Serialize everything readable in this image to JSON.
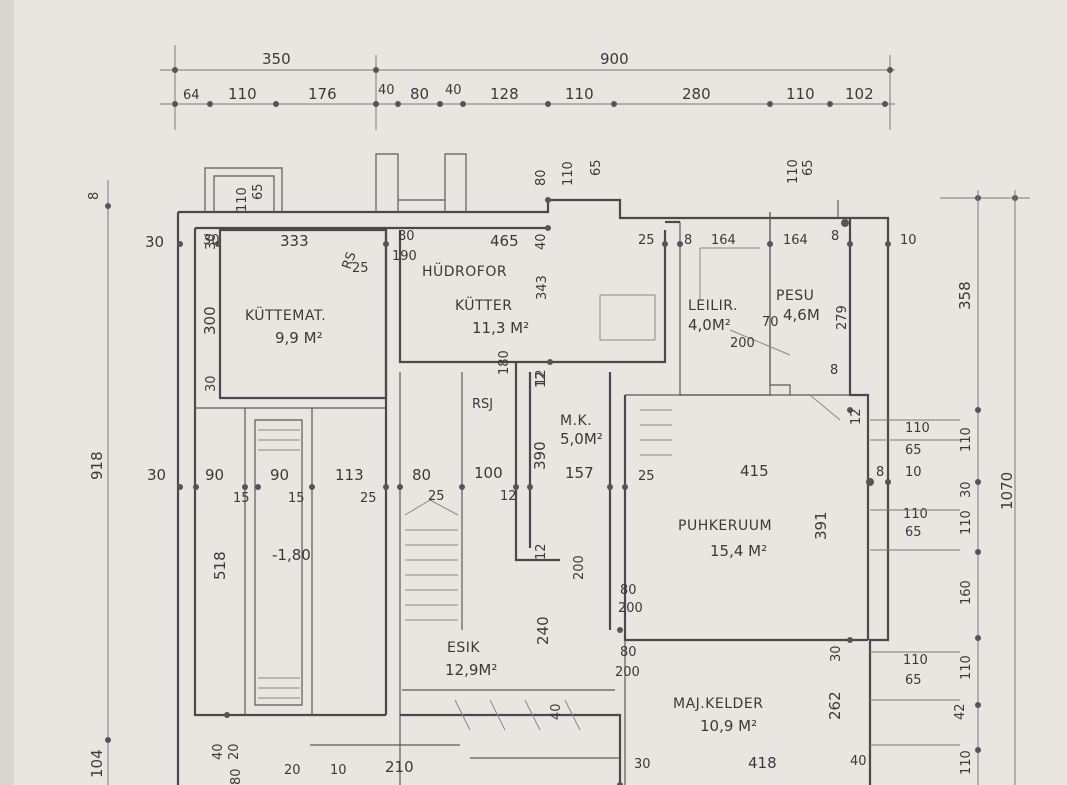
{
  "plan": {
    "dims_top_total": [
      "350",
      "900"
    ],
    "dims_top_detail": [
      "64",
      "110",
      "176",
      "40",
      "80",
      "40",
      "128",
      "110",
      "280",
      "110",
      "102"
    ],
    "dims_left": [
      "8",
      "30",
      "918",
      "104"
    ],
    "dims_right": [
      "358",
      "1070"
    ],
    "rooms": [
      {
        "id": "kuttemat",
        "name": "KÜTTEMAT.",
        "area": "9,9 M²"
      },
      {
        "id": "kutter",
        "name": "KÜTTER",
        "area": "11,3 M²"
      },
      {
        "id": "hudrofor",
        "name": "HÜDROFOR"
      },
      {
        "id": "leilir",
        "name": "LEILIR.",
        "area": "4,0M²"
      },
      {
        "id": "pesu",
        "name": "PESU",
        "area": "4,6M"
      },
      {
        "id": "mk",
        "name": "M.K.",
        "area": "5,0M²"
      },
      {
        "id": "puhkeruum",
        "name": "PUHKERUUM",
        "area": "15,4 M²"
      },
      {
        "id": "esik",
        "name": "ESIK",
        "area": "12,9M²"
      },
      {
        "id": "majkelder",
        "name": "MAJ.KELDER",
        "area": "10,9 M²"
      }
    ],
    "inner_dims": {
      "d333": "333",
      "d80a": "80",
      "d465": "465",
      "d25a": "25",
      "d8a": "8",
      "d164a": "164",
      "d164b": "164",
      "d8b": "8",
      "d10a": "10",
      "d30a": "30",
      "d30b": "30",
      "d300": "300",
      "d30c": "30",
      "d25b": "25",
      "d190": "190",
      "d343": "343",
      "d279": "279",
      "d200a": "200",
      "d70": "70",
      "d180": "180",
      "d12a": "12",
      "d390": "390",
      "d157": "157",
      "d415": "415",
      "d391": "391",
      "d12b": "12",
      "d30d": "30",
      "d90a": "90",
      "d15a": "15",
      "d90b": "90",
      "d15b": "15",
      "d113": "113",
      "d25c": "25",
      "d80b": "80",
      "d25d": "25",
      "d100": "100",
      "d12c": "12",
      "d25e": "25",
      "d518": "518",
      "d180b": "-1,80",
      "d240": "240",
      "d80c": "80",
      "d200b": "200",
      "d80d": "80",
      "d200c": "200",
      "d30e": "30",
      "d262": "262",
      "d418": "418",
      "d30f": "30",
      "d40a": "40",
      "d20a": "20",
      "d10b": "10",
      "d210": "210",
      "d40b": "40",
      "d110a": "110",
      "d65a": "65",
      "d110b": "110",
      "d65b": "65",
      "d110c": "110",
      "d65c": "65",
      "d110d": "110",
      "d65d": "65",
      "d110e": "110",
      "d110f": "110",
      "d160": "160",
      "d110g": "110",
      "d42": "42",
      "d110h": "110",
      "d30g": "30",
      "d8c": "8",
      "d10c": "10",
      "d12d": "12",
      "d80e": "80",
      "d110i": "110",
      "d65e": "65",
      "d110j": "110",
      "d65f": "65",
      "d40c": "40",
      "d20b": "20",
      "d200d": "200",
      "d12e": "12",
      "d8d": "8",
      "d80f": "80",
      "d40d": "40"
    },
    "marks": {
      "rs1": "RS",
      "rs2": "RSJ"
    }
  }
}
